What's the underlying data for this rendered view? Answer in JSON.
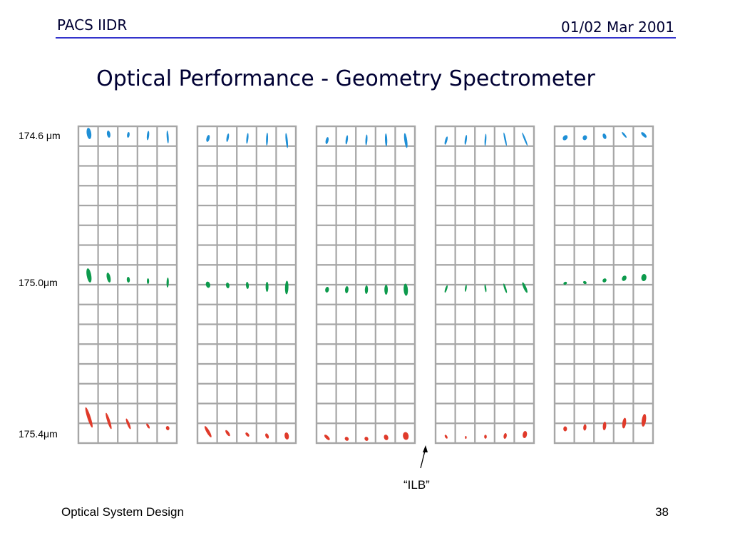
{
  "header": {
    "left": "PACS IIDR",
    "right": "01/02 Mar 2001"
  },
  "title": "Optical Performance - Geometry Spectrometer",
  "wavelength_labels": [
    "174.6 μm",
    "175.0μm",
    "175.4μm"
  ],
  "annotation": "“ILB”",
  "footer": {
    "left": "Optical System Design",
    "right": "38"
  },
  "colors": {
    "grid": "#a6a6a6",
    "rule": "#3333cc",
    "wl_174_6": "#1e8fd6",
    "wl_175_0": "#0c9a4c",
    "wl_175_4": "#e03a2a"
  },
  "diagram": {
    "panels": 5,
    "columns_per_panel": 5,
    "rows_per_panel": 16
  }
}
